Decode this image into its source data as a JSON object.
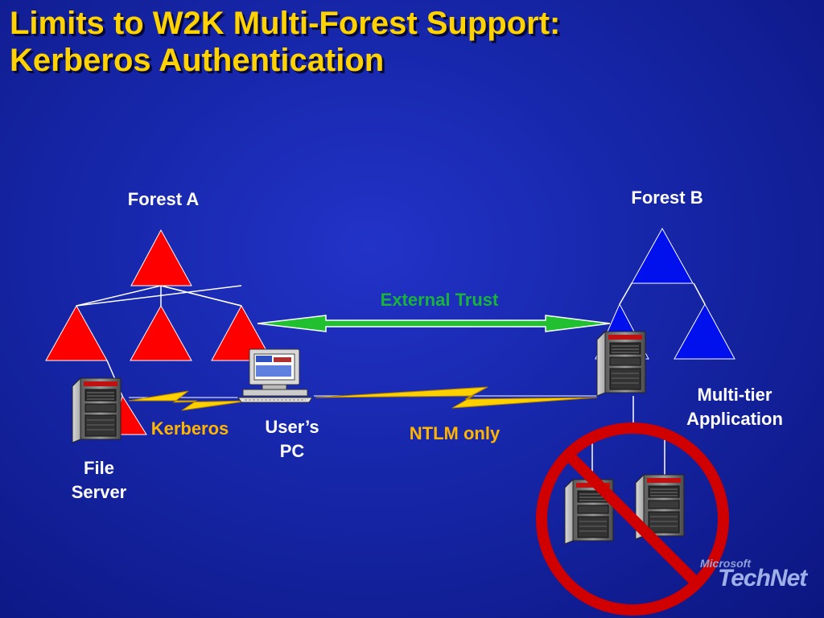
{
  "slide": {
    "title_line1": "Limits to W2K Multi-Forest Support:",
    "title_line2": "Kerberos Authentication"
  },
  "labels": {
    "forest_a": "Forest A",
    "forest_b": "Forest B",
    "external_trust": "External Trust",
    "kerberos": "Kerberos",
    "users_pc_line1": "User’s",
    "users_pc_line2": "PC",
    "ntlm_only": "NTLM only",
    "file_server_line1": "File",
    "file_server_line2": "Server",
    "multitier_line1": "Multi-tier",
    "multitier_line2": "Application"
  },
  "logo": {
    "line1": "Microsoft",
    "line2": "TechNet"
  },
  "colors": {
    "title": "#ffd200",
    "forest_a": "#ff0000",
    "forest_b": "#0011ee",
    "trust_arrow": "#20c030",
    "bolt": "#ffd000",
    "prohibit": "#e00000"
  },
  "icons": [
    "server-icon",
    "computer-icon",
    "lightning-bolt-icon",
    "prohibit-icon",
    "double-arrow-icon"
  ]
}
